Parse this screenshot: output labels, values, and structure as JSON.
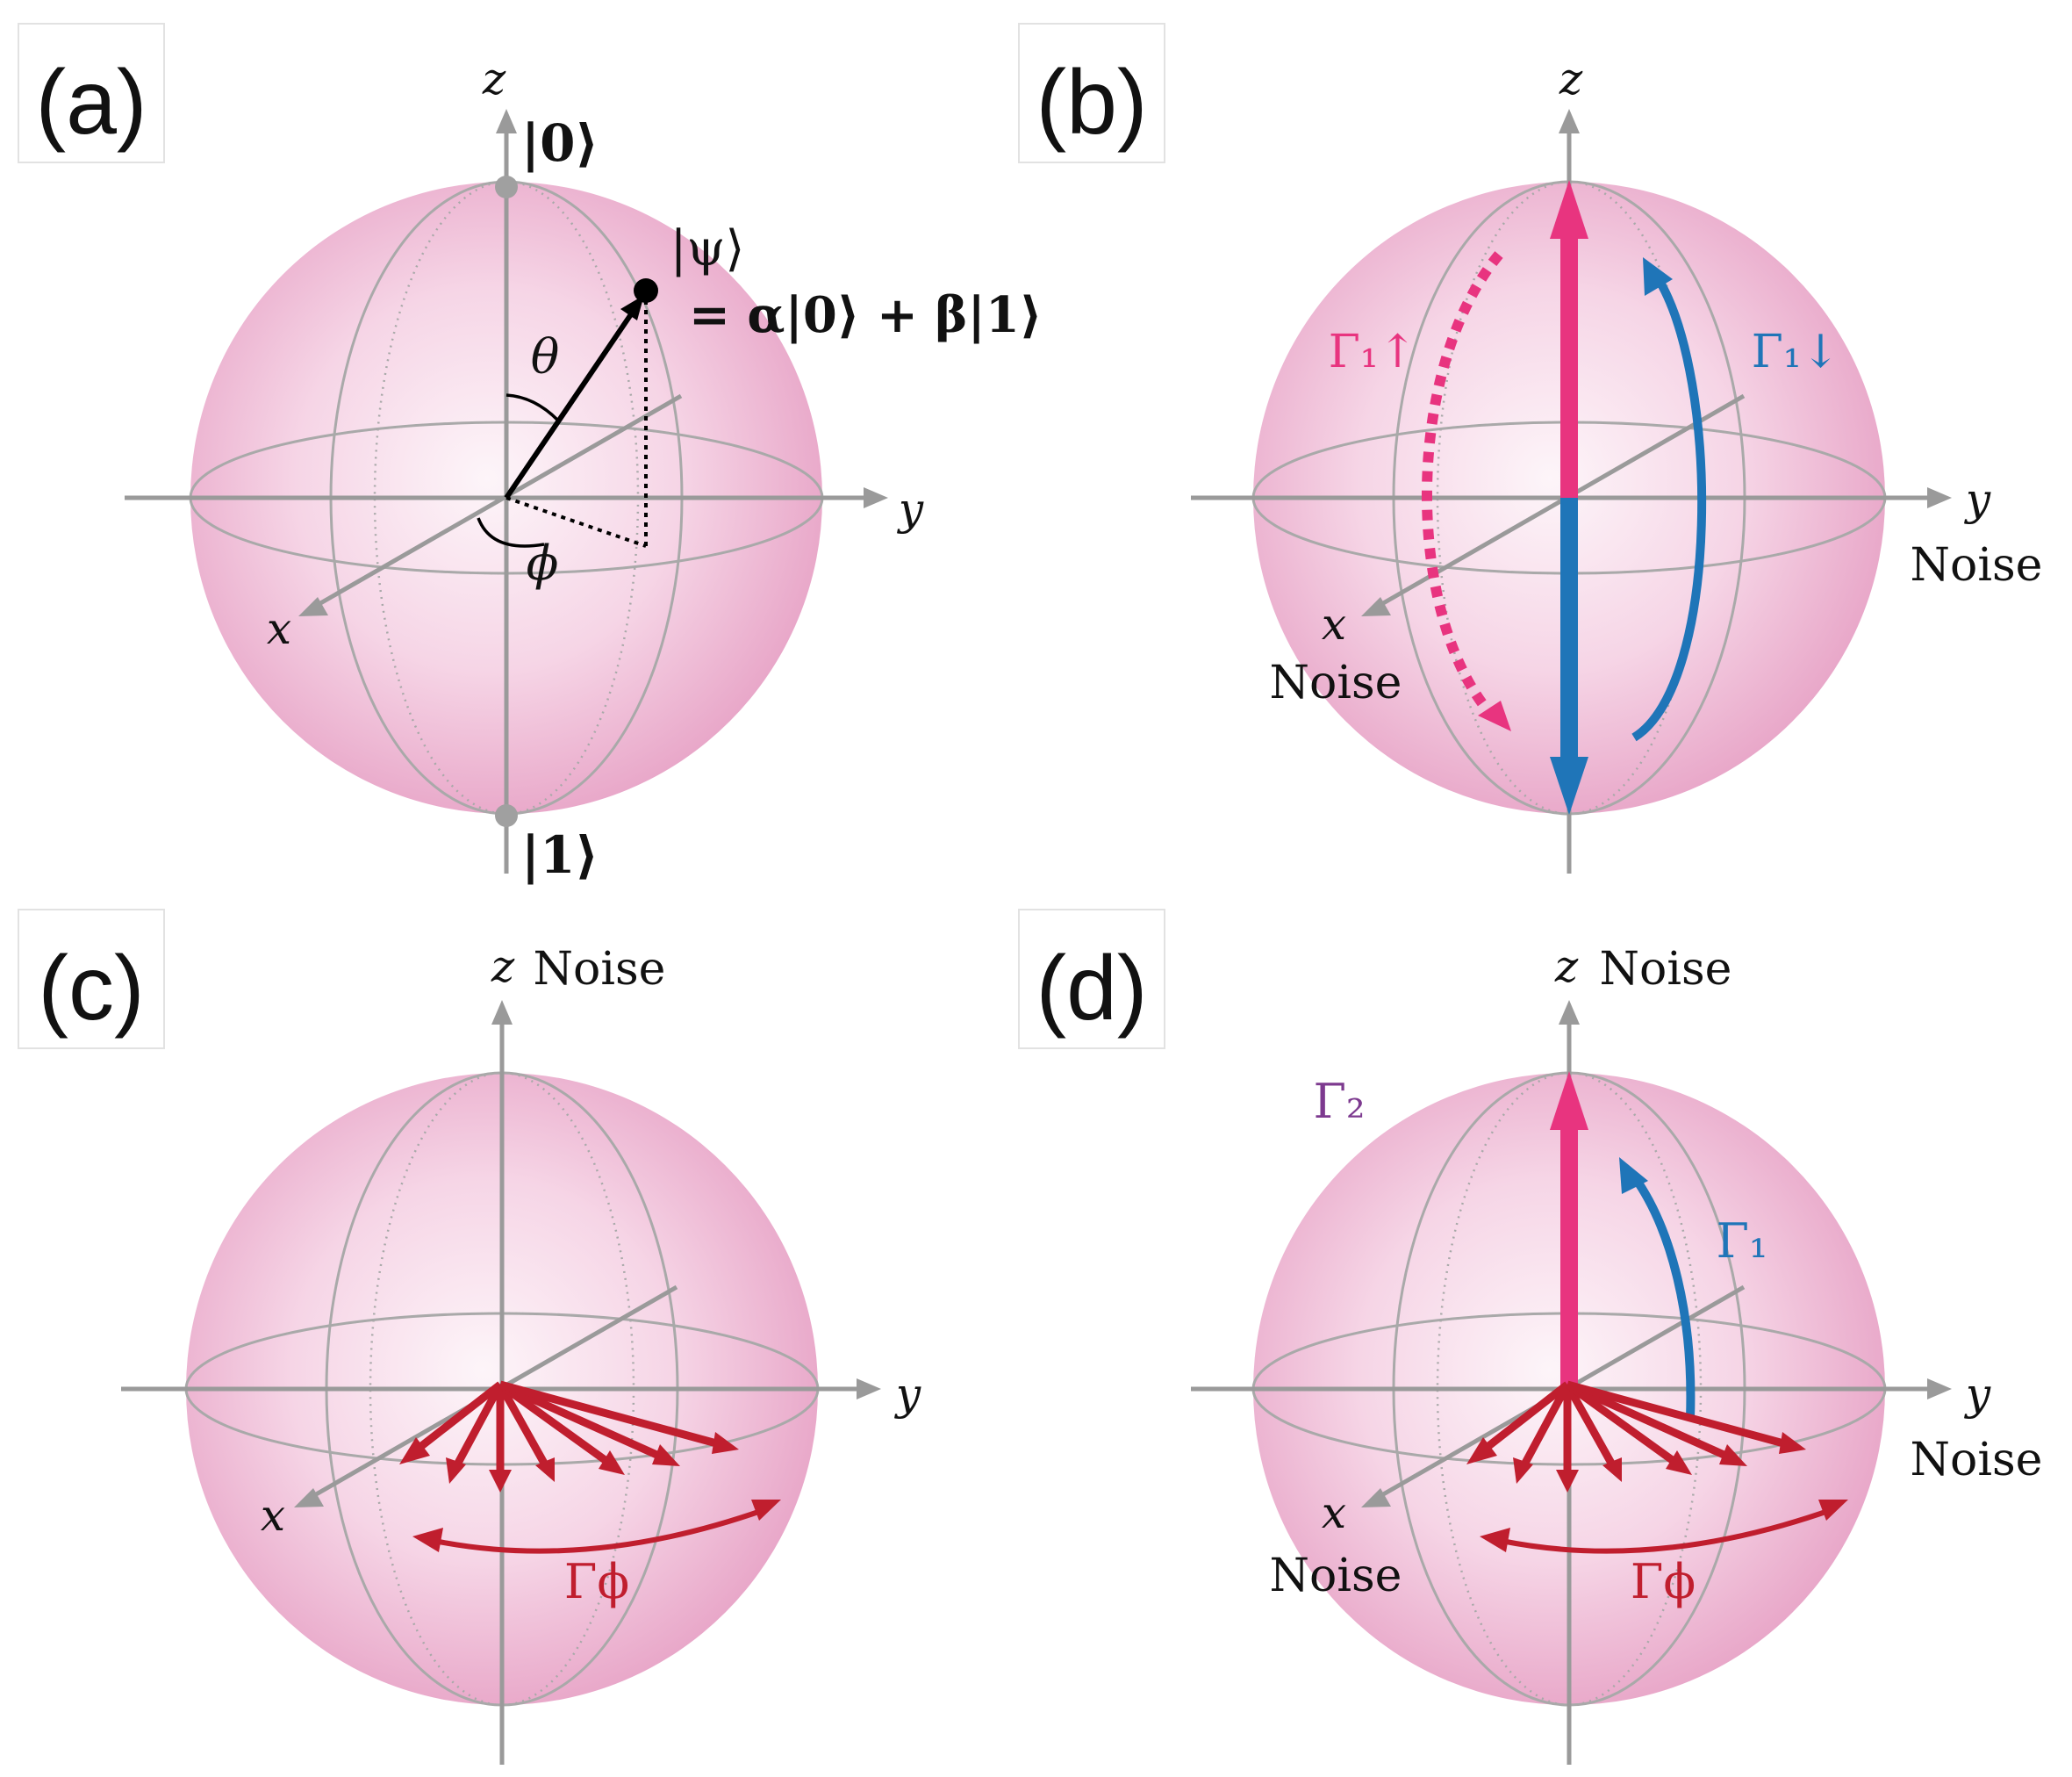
{
  "panels": [
    {
      "id": "a",
      "label": "(a)"
    },
    {
      "id": "b",
      "label": "(b)"
    },
    {
      "id": "c",
      "label": "(c)"
    },
    {
      "id": "d",
      "label": "(d)"
    }
  ],
  "axes": {
    "x": "x",
    "y": "y",
    "z": "z"
  },
  "panel_a": {
    "ket0": "|0⟩",
    "ket1": "|1⟩",
    "psi": "|ψ⟩",
    "psi_eq": "= α|0⟩ + β|1⟩",
    "theta": "θ",
    "phi": "ϕ"
  },
  "panel_b": {
    "gamma_up": "Γ₁↑",
    "gamma_down": "Γ₁↓",
    "noise_y": "Noise",
    "noise_x": "Noise"
  },
  "panel_c": {
    "noise_z": "Noise",
    "gamma_phi": "Γϕ"
  },
  "panel_d": {
    "noise_z": "Noise",
    "noise_y": "Noise",
    "noise_x": "Noise",
    "gamma2": "Γ₂",
    "gamma1": "Γ₁",
    "gamma_phi": "Γϕ"
  },
  "colors": {
    "sphere_center": "#fdf4f8",
    "sphere_edge": "#e9aacb",
    "axis": "#9a9a9a",
    "magenta": "#e8347f",
    "blue": "#1f75b8",
    "dark_red": "#c01e2e",
    "purple": "#7d3a8f"
  }
}
